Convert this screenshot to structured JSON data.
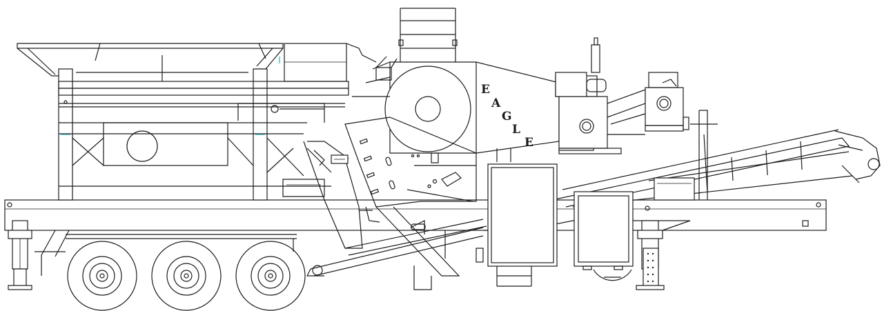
{
  "brand": {
    "letters": [
      "E",
      "A",
      "G",
      "L",
      "E"
    ]
  },
  "colors": {
    "line": "#1a1a1a",
    "background": "#ffffff",
    "accent": "#2aa9b5"
  }
}
